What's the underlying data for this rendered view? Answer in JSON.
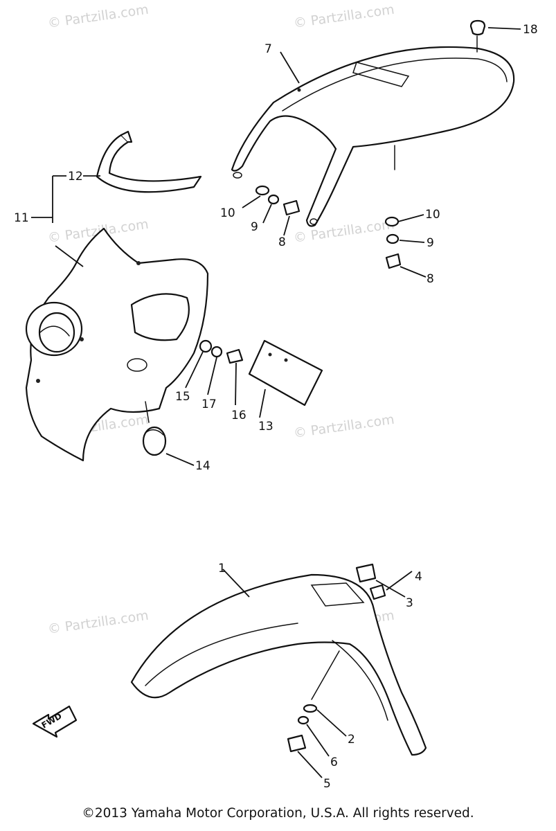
{
  "watermark": "© Partzilla.com",
  "callouts": [
    "1",
    "2",
    "3",
    "4",
    "5",
    "6",
    "7",
    "8",
    "9",
    "10",
    "11",
    "12",
    "13",
    "14",
    "15",
    "16",
    "17",
    "18"
  ],
  "fwd_label": "FWD",
  "copyright": "©2013 Yamaha Motor Corporation, U.S.A. All rights reserved."
}
